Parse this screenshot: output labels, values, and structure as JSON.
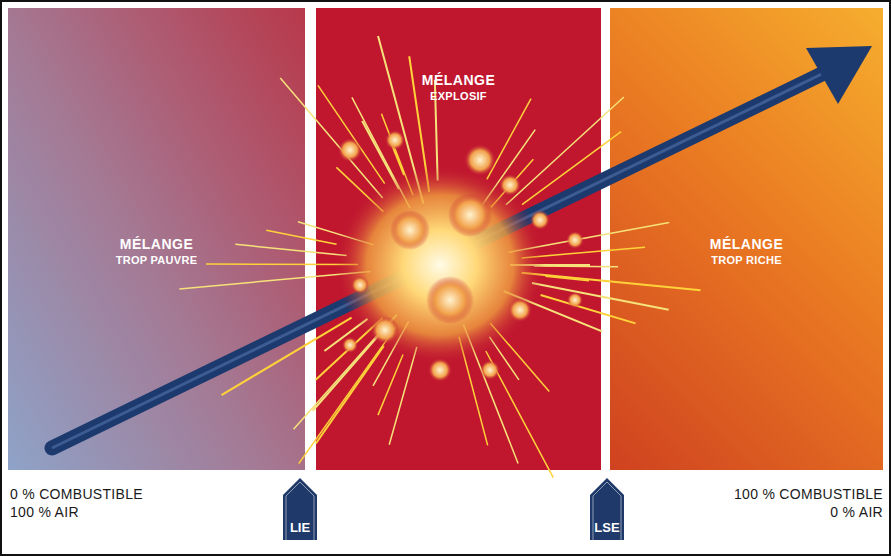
{
  "diagram": {
    "nodes": [
      {
        "text": [
          "MÉLANGE",
          "TROP PAUVRE"
        ]
      },
      {
        "text": [
          "MÉLANGE",
          "EXPLOSIF"
        ]
      },
      {
        "text": [
          "MÉLANGE",
          "TROP RICHE"
        ]
      }
    ],
    "labels": [
      "0 % COMBUSTIBLE",
      "100 % AIR",
      "LIE",
      "LSE",
      "100 % COMBUSTIBLE",
      "0 % AIR"
    ]
  }
}
